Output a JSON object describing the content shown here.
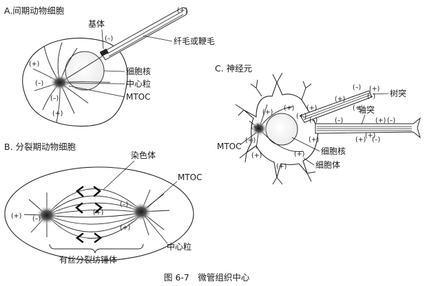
{
  "panel_a": {
    "title": "A.间期动物细胞",
    "label_basal_body": "基体",
    "label_cilium": "纤毛或鞭毛",
    "label_nucleus": "细胞核",
    "label_centriole": "中心粒",
    "label_mtoc": "MTOC",
    "sign_plus": "(+)",
    "sign_minus": "(–)"
  },
  "panel_b": {
    "title": "B. 分裂期动物细胞",
    "label_chromosome": "染色体",
    "label_mtoc": "MTOC",
    "label_centriole": "中心粒",
    "label_spindle": "有丝分裂纺锤体",
    "sign_plus": "(+)",
    "sign_minus": "(–)"
  },
  "panel_c": {
    "title": "C. 神经元",
    "label_dendrite": "树突",
    "label_axon": "轴突",
    "label_nucleus": "细胞核",
    "label_cell_body": "细胞体",
    "label_mtoc": "MTOC",
    "sign_plus": "(+)",
    "sign_minus": "(–)"
  },
  "caption": {
    "text": "图 6-7　微管组织中心"
  }
}
